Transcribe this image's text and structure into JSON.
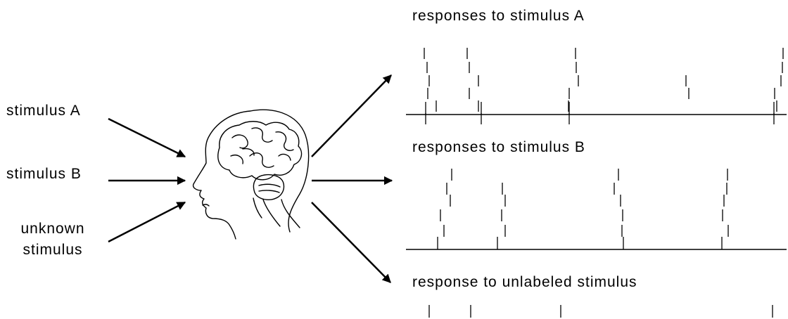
{
  "inputs": {
    "stimulus_a": "stimulus A",
    "stimulus_b": "stimulus B",
    "unknown_line1": "unknown",
    "unknown_line2": "stimulus"
  },
  "panels": {
    "a_title": "responses to stimulus A",
    "b_title": "responses to stimulus B",
    "unlabeled_title": "response to unlabeled stimulus"
  },
  "icons": {
    "head": "human-head-brain-icon",
    "arrow": "arrow-icon"
  },
  "colors": {
    "ink": "#000000",
    "background": "#ffffff"
  }
}
